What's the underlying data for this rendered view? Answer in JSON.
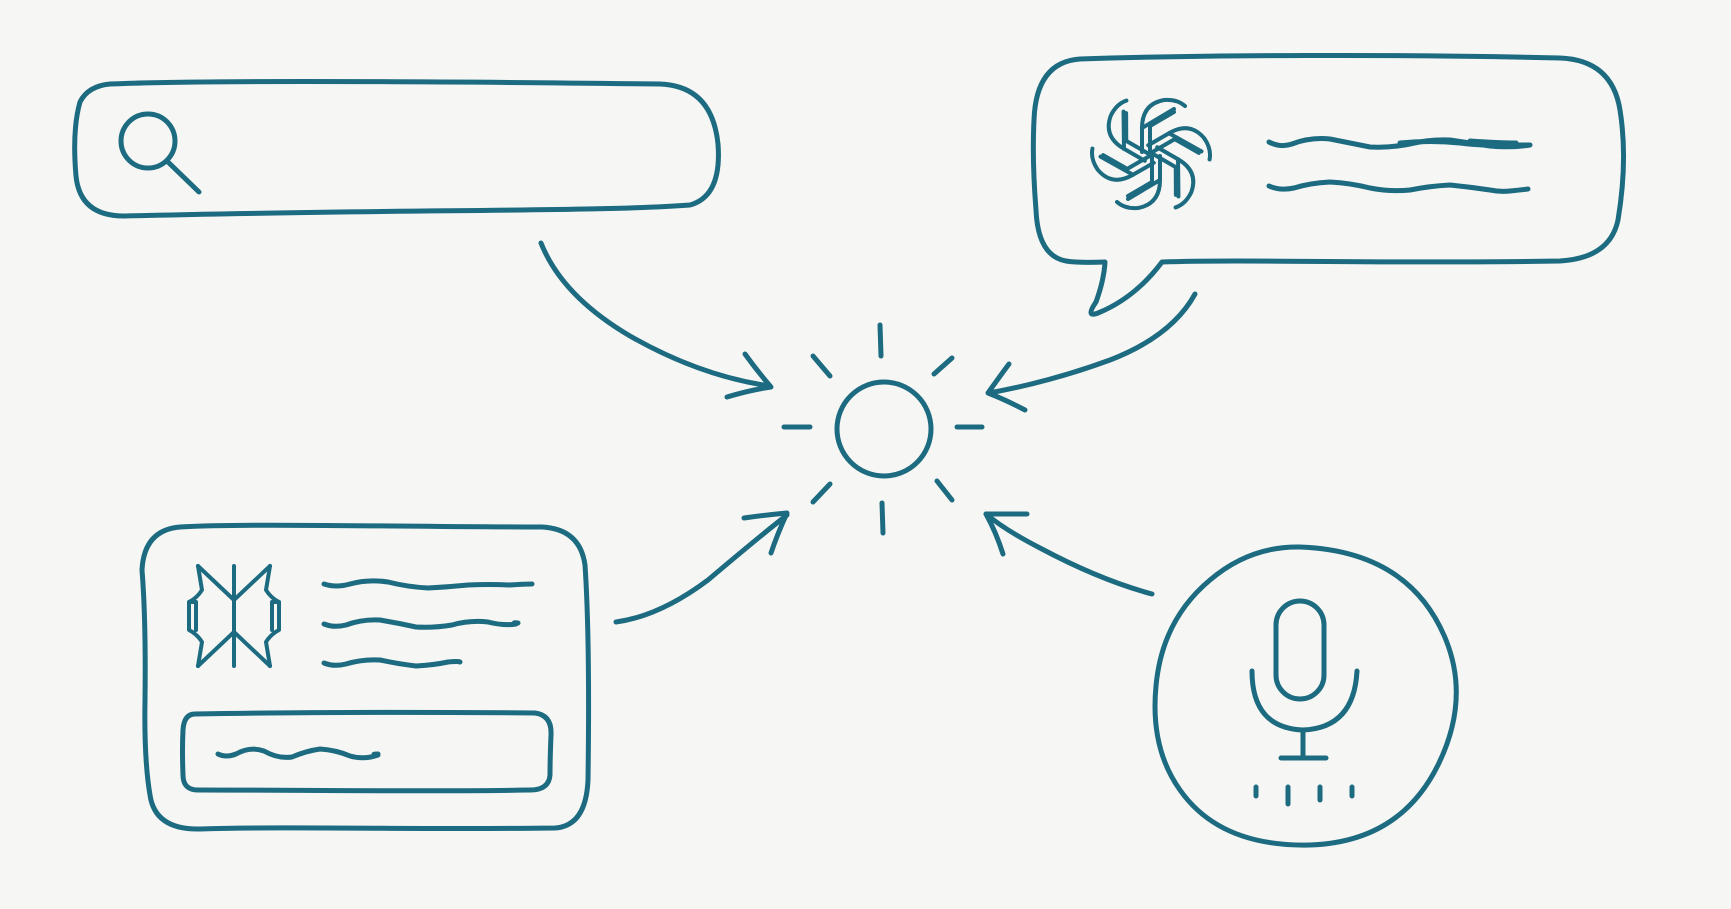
{
  "colors": {
    "background": "#f6f6f4",
    "ink": "#1d6b80"
  },
  "nodes": [
    {
      "id": "search-bar",
      "icon": "search-icon"
    },
    {
      "id": "chat-bubble",
      "icon": "openai-logo-icon"
    },
    {
      "id": "web-card",
      "icon": "sparkle-logo-icon"
    },
    {
      "id": "voice-circle",
      "icon": "microphone-icon"
    },
    {
      "id": "hub",
      "icon": "sun-icon"
    }
  ],
  "edges": [
    {
      "from": "search-bar",
      "to": "hub"
    },
    {
      "from": "chat-bubble",
      "to": "hub"
    },
    {
      "from": "web-card",
      "to": "hub"
    },
    {
      "from": "voice-circle",
      "to": "hub"
    }
  ]
}
